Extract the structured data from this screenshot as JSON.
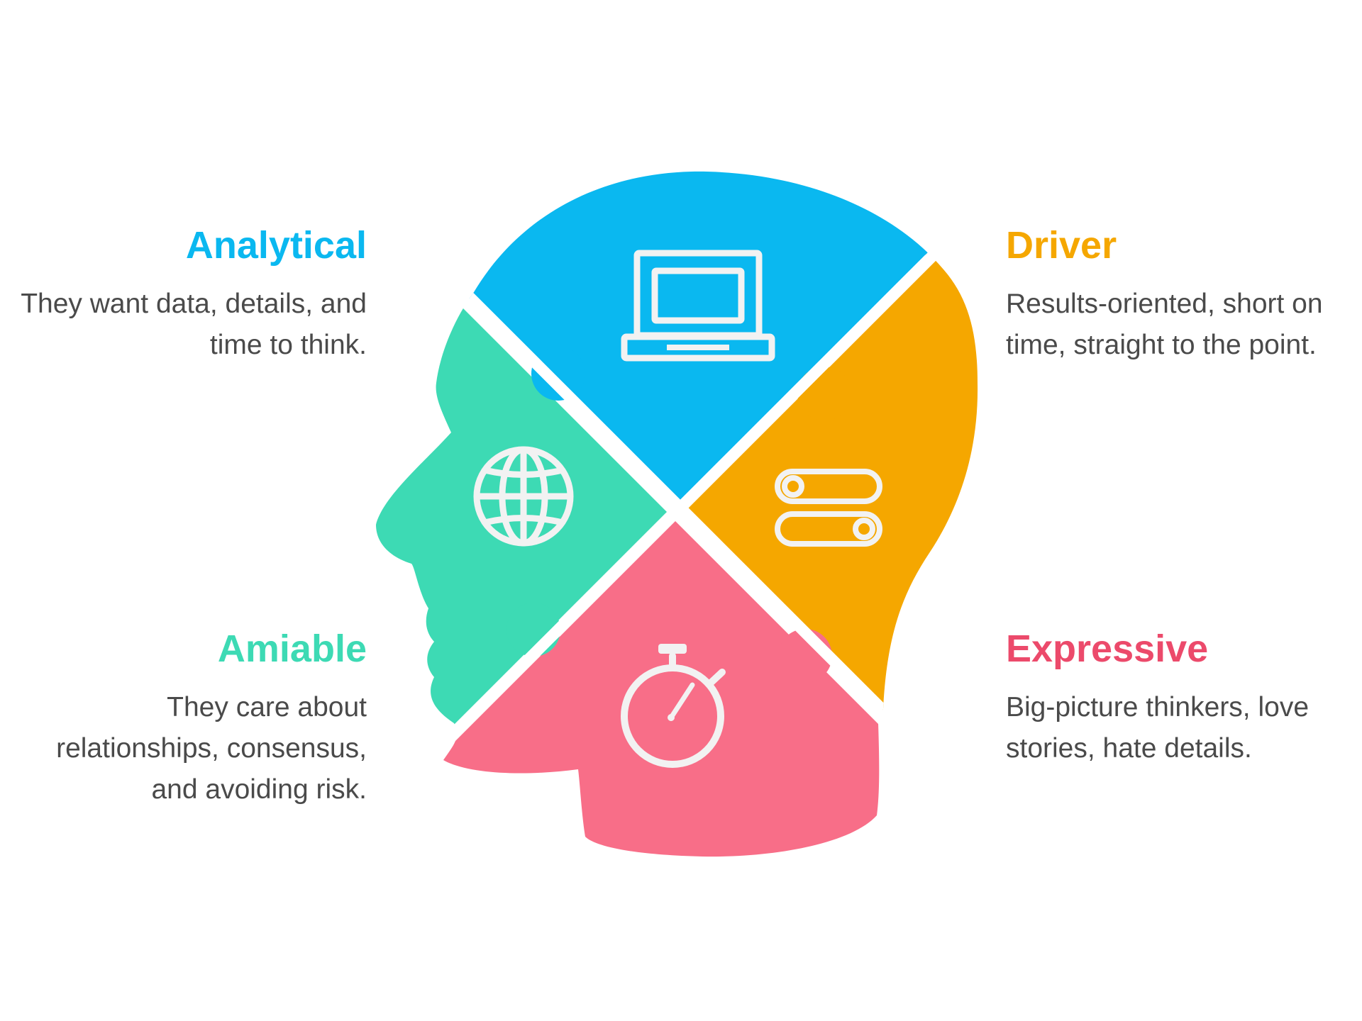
{
  "colors": {
    "analytical": "#0ab8f0",
    "driver": "#f5a700",
    "amiable": "#3ddab4",
    "expressive": "#f86e88",
    "expressive_text": "#ec4a6b",
    "description": "#4a4a4a",
    "icon": "#f2f2f2"
  },
  "quadrants": {
    "analytical": {
      "title": "Analytical",
      "description": "They want data, details, and time to think.",
      "icon": "laptop-icon"
    },
    "driver": {
      "title": "Driver",
      "description": "Results-oriented, short on time, straight to the point.",
      "icon": "toggle-switches-icon"
    },
    "amiable": {
      "title": "Amiable",
      "description": "They care about relationships, consensus, and avoiding risk.",
      "icon": "globe-icon"
    },
    "expressive": {
      "title": "Expressive",
      "description": "Big-picture thinkers, love stories, hate details.",
      "icon": "stopwatch-icon"
    }
  }
}
